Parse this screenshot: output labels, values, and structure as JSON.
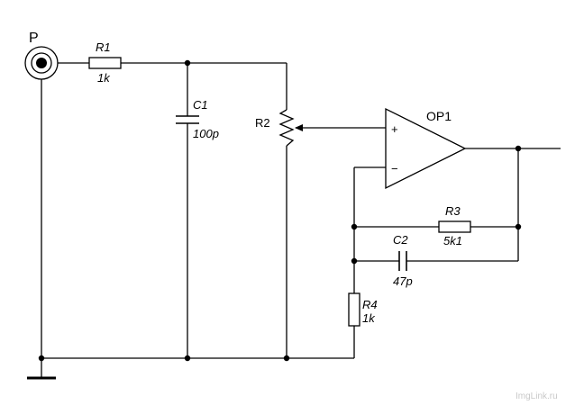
{
  "connector": {
    "label": "P"
  },
  "components": {
    "r1": {
      "ref": "R1",
      "value": "1k"
    },
    "c1": {
      "ref": "C1",
      "value": "100p"
    },
    "r2": {
      "ref": "R2"
    },
    "op1": {
      "ref": "OP1",
      "plus": "+",
      "minus": "−"
    },
    "r3": {
      "ref": "R3",
      "value": "5k1"
    },
    "c2": {
      "ref": "C2",
      "value": "47p"
    },
    "r4": {
      "ref": "R4",
      "value": "1k"
    }
  },
  "watermark": "ImgLink.ru",
  "colors": {
    "ink": "#000000",
    "watermark": "#c8c8c8",
    "background": "#ffffff"
  }
}
